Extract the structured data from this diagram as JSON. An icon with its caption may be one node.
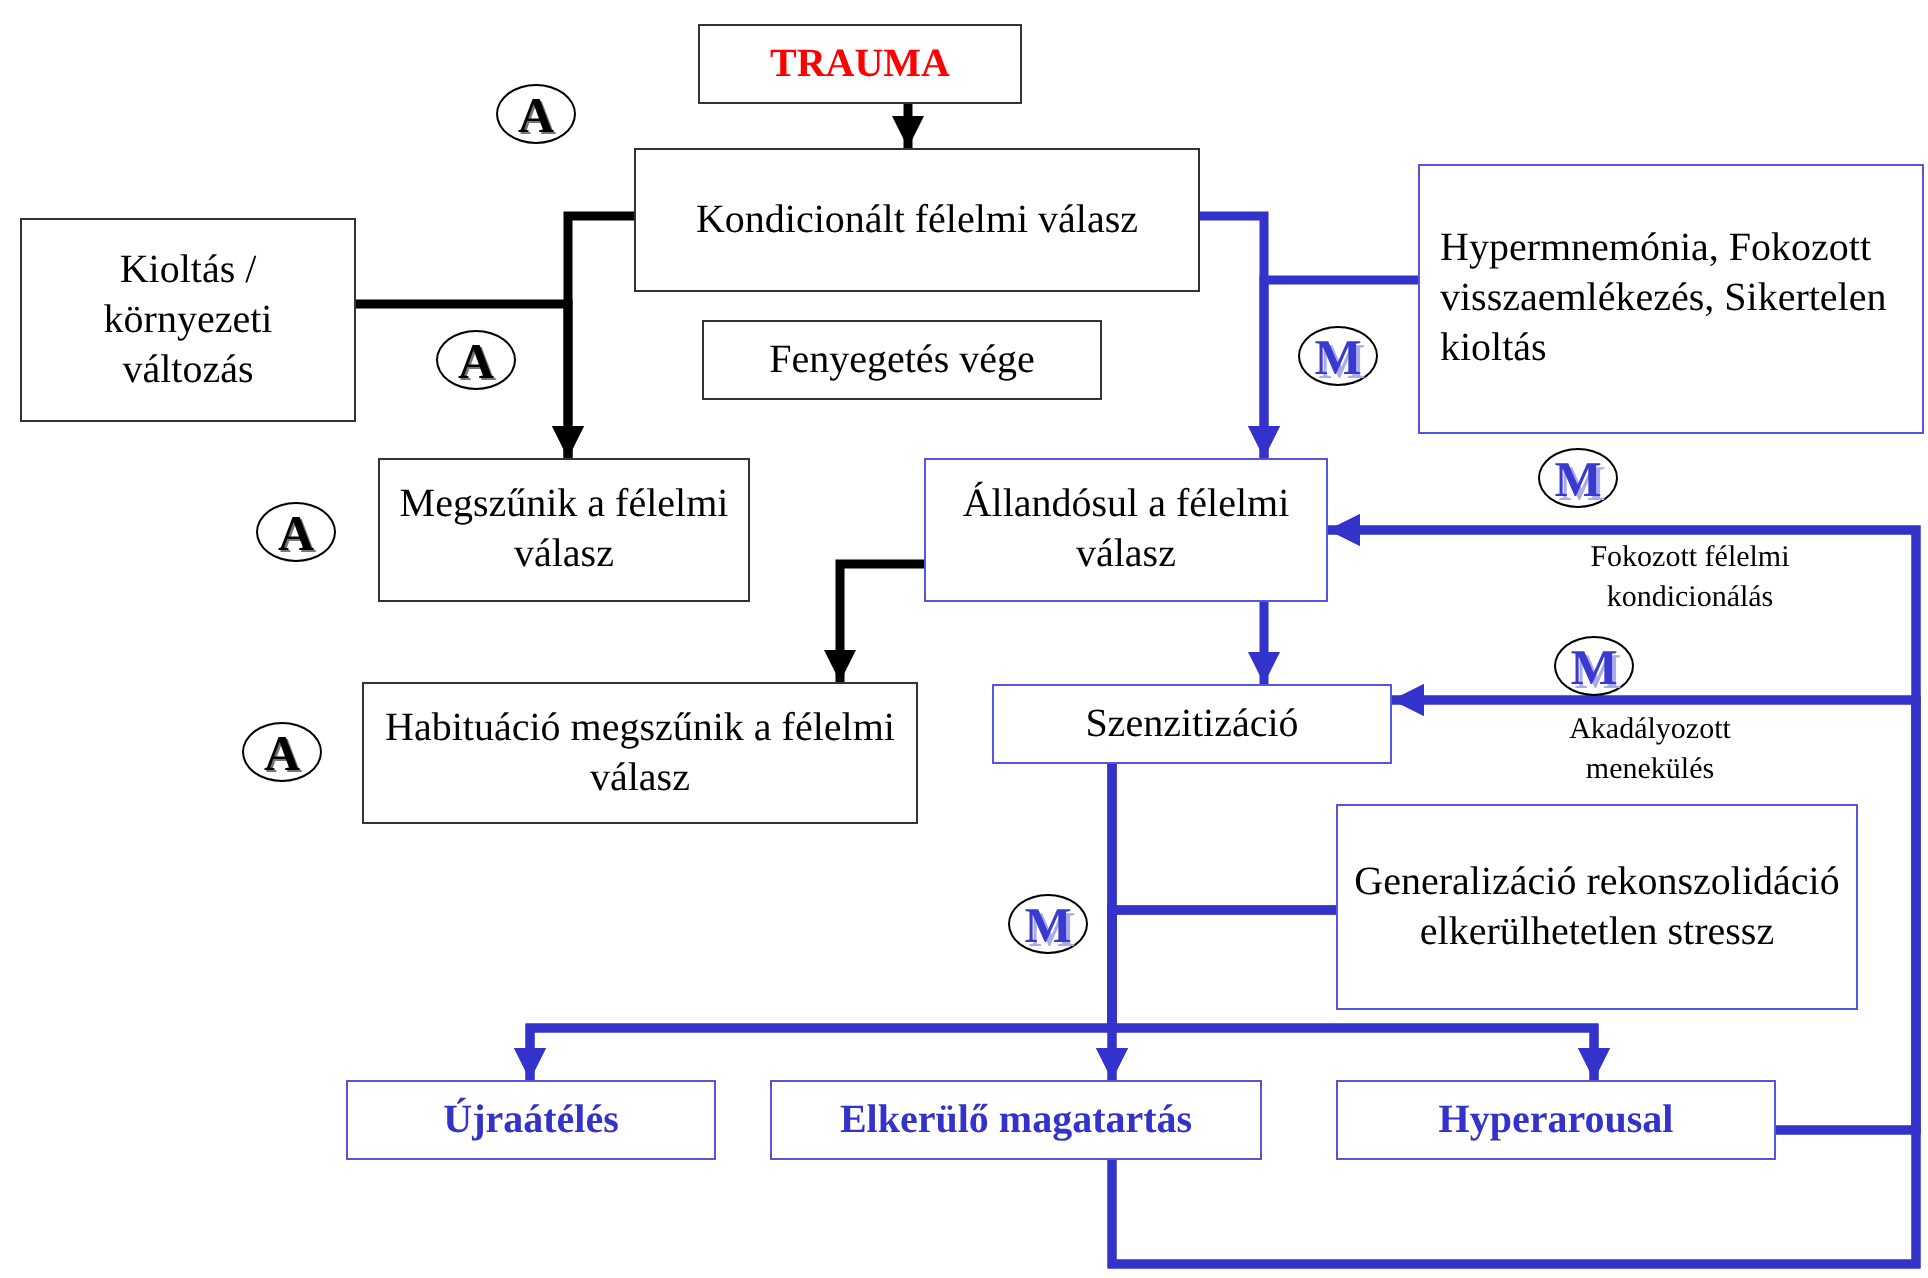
{
  "diagram": {
    "nodes": [
      {
        "text": [
          "TRAUMA"
        ]
      },
      {
        "text": [
          "Kondicionált félelmi válasz"
        ]
      },
      {
        "text": [
          "Kioltás / környezeti változás"
        ]
      },
      {
        "text": [
          "Fenyegetés vége"
        ]
      },
      {
        "text": [
          "Megszűnik a félelmi válasz"
        ]
      },
      {
        "text": [
          "Állandósul a félelmi válasz"
        ]
      },
      {
        "text": [
          "Hypermnemónia, Fokozott visszaemlékezés, Sikertelen kioltás"
        ]
      },
      {
        "text": [
          "Szenzitizáció"
        ]
      },
      {
        "text": [
          "Habituáció megszűnik a félelmi válasz"
        ]
      },
      {
        "text": [
          "Generalizáció rekonszolidáció elkerülhetetlen stressz"
        ]
      },
      {
        "text": [
          "Újraátélés"
        ]
      },
      {
        "text": [
          "Elkerülő magatartás"
        ]
      },
      {
        "text": [
          "Hyperarousal"
        ]
      }
    ],
    "edges": [
      {
        "from": 0,
        "to": 1,
        "arrow": "to",
        "color": "#000000"
      },
      {
        "from": 1,
        "to": 4,
        "arrow": "to",
        "color": "#000000"
      },
      {
        "from": 2,
        "to": 4,
        "arrow": "to",
        "color": "#000000"
      },
      {
        "from": 1,
        "to": 5,
        "arrow": "to"
      },
      {
        "from": 6,
        "to": 5,
        "arrow": "to"
      },
      {
        "from": 5,
        "to": 8,
        "arrow": "to",
        "color": "#000000"
      },
      {
        "from": 5,
        "to": 7,
        "arrow": "to"
      },
      {
        "from": 11,
        "to": 5,
        "arrow": "to",
        "label": "Fokozott félelmi kondicionálás"
      },
      {
        "from": 11,
        "to": 7,
        "arrow": "to",
        "label": "Akadályozott menekülés"
      },
      {
        "from": 12,
        "to": 5,
        "arrow": "to"
      },
      {
        "from": 12,
        "to": 7,
        "arrow": "to"
      },
      {
        "from": 7,
        "to": 10,
        "arrow": "to"
      },
      {
        "from": 7,
        "to": 11,
        "arrow": "to"
      },
      {
        "from": 7,
        "to": 12,
        "arrow": "to"
      },
      {
        "from": 9,
        "to": 10,
        "arrow": "to"
      },
      {
        "from": 9,
        "to": 11,
        "arrow": "to"
      },
      {
        "from": 9,
        "to": 12,
        "arrow": "to"
      }
    ],
    "labels": [
      "A",
      "A",
      "M",
      "M",
      "A",
      "M",
      "A",
      "M"
    ]
  }
}
